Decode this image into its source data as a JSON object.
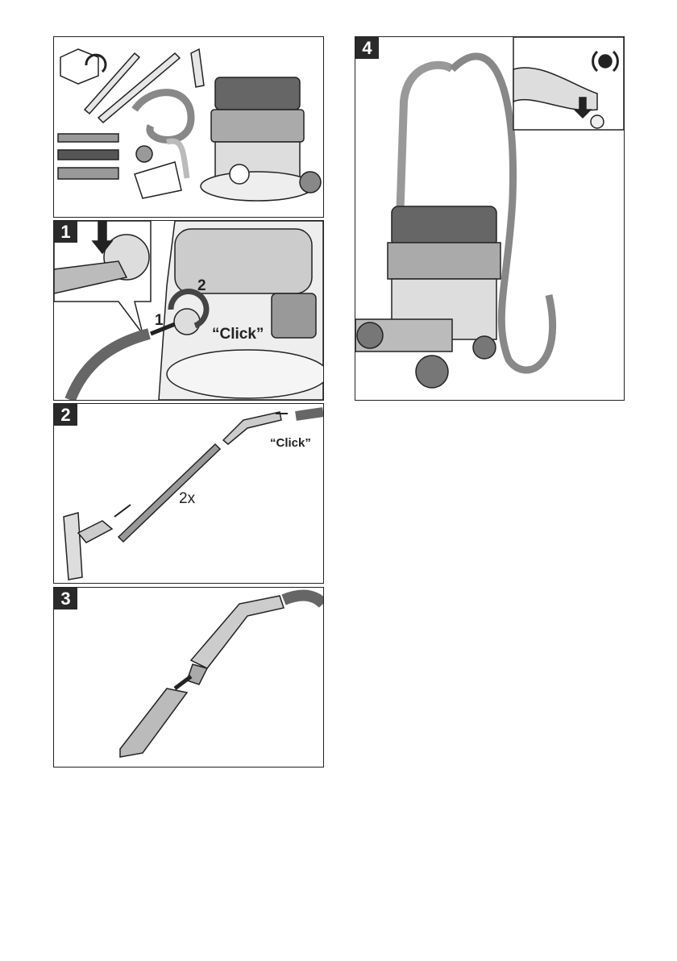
{
  "panels": {
    "contents": {},
    "step1": {
      "number": "1",
      "sub_step_1": "1",
      "sub_step_2": "2",
      "sound": "“Click”"
    },
    "step2": {
      "number": "2",
      "sound": "“Click”",
      "quantity": "2x"
    },
    "step3": {
      "number": "3"
    },
    "step4": {
      "number": "4"
    }
  },
  "colors": {
    "line": "#222222",
    "fill_light": "#e6e6e6",
    "fill_mid": "#b5b5b5",
    "fill_dark": "#555555"
  }
}
